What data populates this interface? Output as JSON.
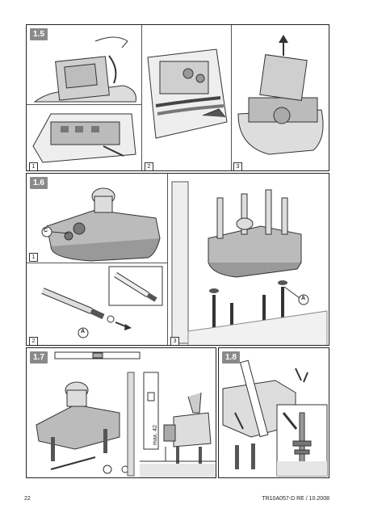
{
  "sections": {
    "s15": {
      "label": "1.5",
      "subfigures": [
        "1",
        "2",
        "3"
      ]
    },
    "s16": {
      "label": "1.6",
      "subfigures": [
        "1",
        "2",
        "3"
      ],
      "callouts": [
        "C",
        "A",
        "A"
      ]
    },
    "s17": {
      "label": "1.7",
      "measure": "max. 42"
    },
    "s18": {
      "label": "1.8"
    }
  },
  "footer": {
    "page_number": "22",
    "doc_code": "TR10A057-D RE / 10.2008"
  }
}
